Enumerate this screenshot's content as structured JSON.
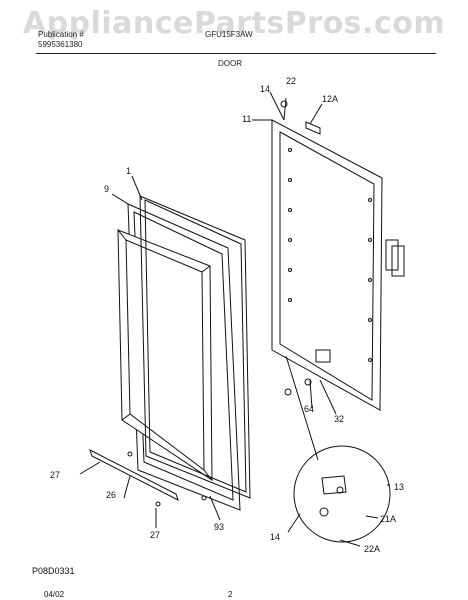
{
  "watermark": "AppliancePartsPros.com",
  "header": {
    "model_line": "Publication #",
    "sub_line": "5995361380",
    "code_line": "GFU15F3AW",
    "section": "DOOR"
  },
  "footer": {
    "ref": "P08D0331",
    "date": "04/02",
    "page": "2"
  },
  "callouts": {
    "c1": "1",
    "c9": "9",
    "c11": "11",
    "c12a": "12A",
    "c13": "13",
    "c14_top": "14",
    "c14_bottom": "14",
    "c21a": "21A",
    "c22_top": "22",
    "c22a": "22A",
    "c26": "26",
    "c27_left": "27",
    "c27_bottom": "27",
    "c32": "32",
    "c64": "64",
    "c93": "93"
  }
}
